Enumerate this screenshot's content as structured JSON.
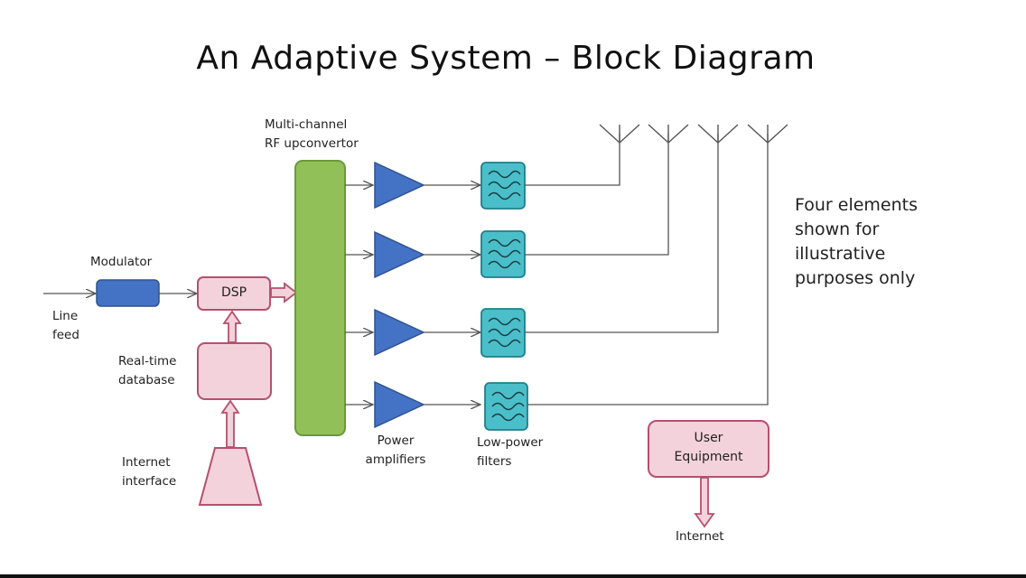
{
  "title": "An Adaptive System – Block Diagram",
  "labels": {
    "multichannel": [
      "Multi-channel",
      "RF upconvertor"
    ],
    "modulator": "Modulator",
    "line_feed": [
      "Line",
      "feed"
    ],
    "dsp": "DSP",
    "realtime_db": [
      "Real-time",
      "database"
    ],
    "internet_interface": [
      "Internet",
      "interface"
    ],
    "power_amplifiers": [
      "Power",
      "amplifiers"
    ],
    "low_power_filters": [
      "Low-power",
      "filters"
    ],
    "user_equipment": [
      "User",
      "Equipment"
    ],
    "internet": "Internet"
  },
  "note": [
    "Four elements",
    "shown for",
    "illustrative",
    "purposes only"
  ],
  "colors": {
    "upconvertor": "#92c058",
    "upconvertor_border": "#6a9a3a",
    "amplifier": "#4472c4",
    "amplifier_border": "#2f528f",
    "filter": "#4bbfc9",
    "filter_border": "#1f7f8a",
    "pink_fill": "#f4d2dc",
    "pink_border": "#b5506d",
    "modulator": "#4472c4",
    "line": "#555555"
  }
}
